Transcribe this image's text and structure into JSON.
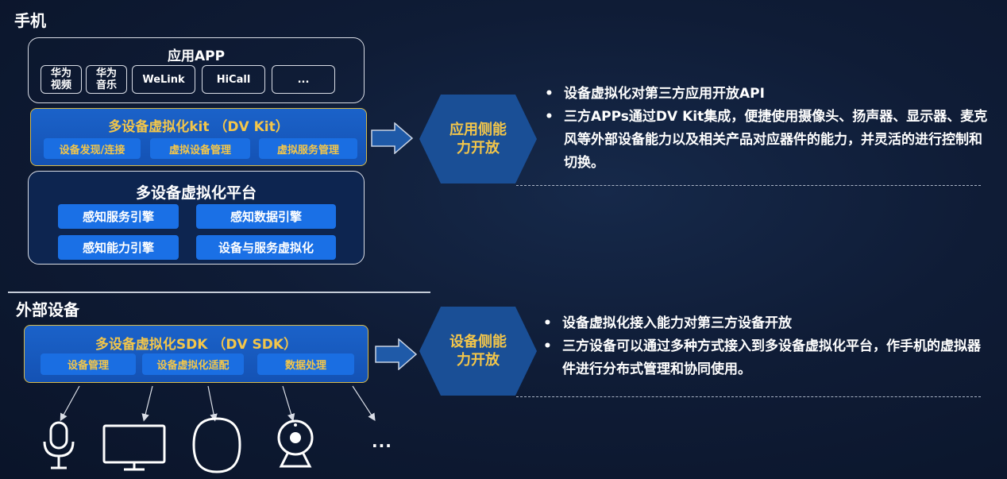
{
  "phone": {
    "title": "手机",
    "app": {
      "title": "应用APP",
      "chips": [
        "华为\n视频",
        "华为\n音乐",
        "WeLink",
        "HiCall",
        "..."
      ]
    },
    "kit": {
      "title": "多设备虚拟化kit （DV Kit）",
      "chips": [
        "设备发现/连接",
        "虚拟设备管理",
        "虚拟服务管理"
      ]
    },
    "platform": {
      "title": "多设备虚拟化平台",
      "chips": [
        "感知服务引擎",
        "感知数据引擎",
        "感知能力引擎",
        "设备与服务虚拟化"
      ]
    },
    "hex": "应用侧能\n力开放",
    "bullets": [
      "设备虚拟化对第三方应用开放API",
      "三方APPs通过DV Kit集成，便捷使用摄像头、扬声器、显示器、麦克风等外部设备能力以及相关产品对应器件的能力，并灵活的进行控制和切换。"
    ]
  },
  "external": {
    "title": "外部设备",
    "sdk": {
      "title": "多设备虚拟化SDK （DV SDK）",
      "chips": [
        "设备管理",
        "设备虚拟化适配",
        "数据处理"
      ]
    },
    "hex": "设备侧能\n力开放",
    "bullets": [
      "设备虚拟化接入能力对第三方设备开放",
      "三方设备可以通过多种方式接入到多设备虚拟化平台，作手机的虚拟器件进行分布式管理和协同使用。"
    ],
    "devices": [
      "microphone-icon",
      "monitor-icon",
      "speaker-icon",
      "webcam-icon"
    ],
    "more": "..."
  },
  "colors": {
    "background": "#0f1c36",
    "kit_blue": "#1452b4",
    "chip_blue": "#1a70e6",
    "gold": "#f3c64a",
    "hex_blue": "#1a4f96"
  }
}
